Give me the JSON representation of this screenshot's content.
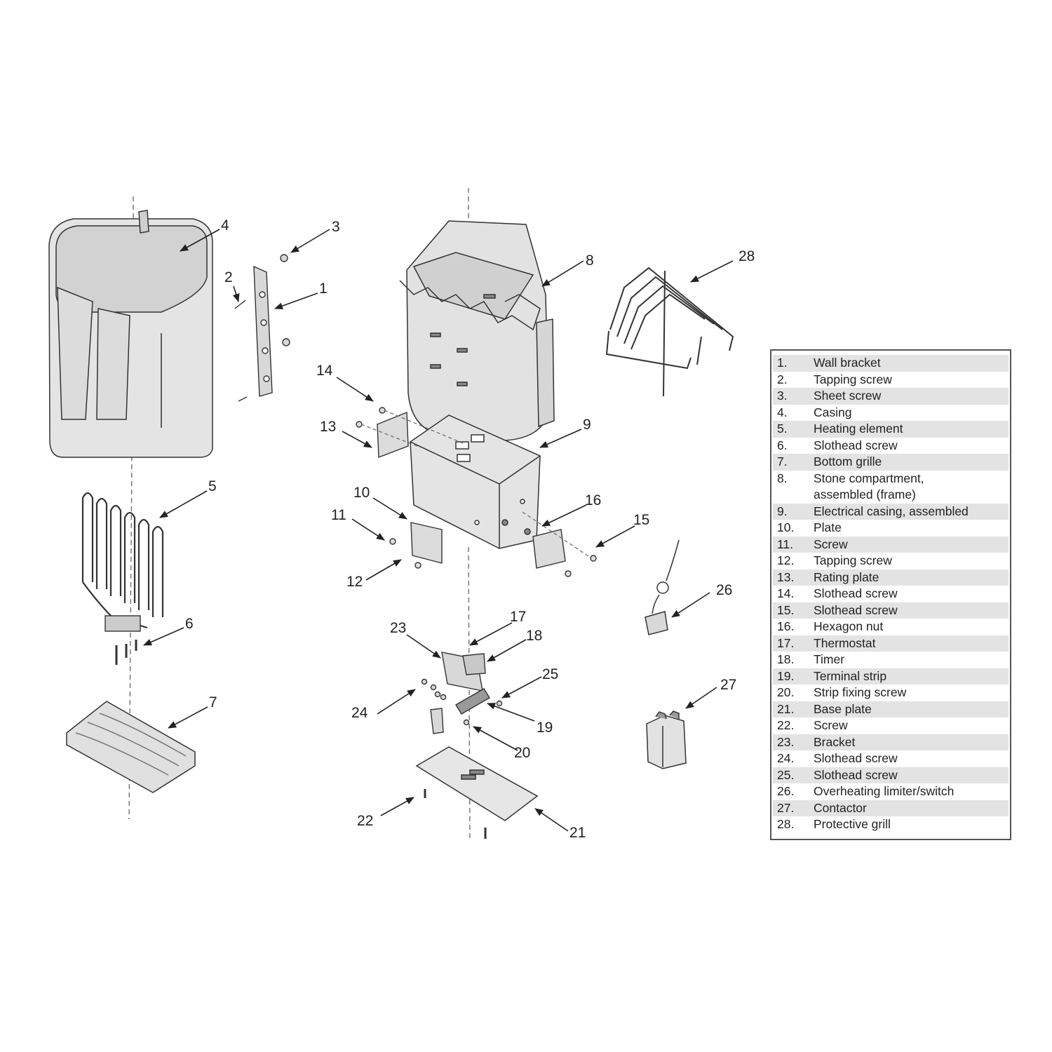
{
  "callouts": [
    "1",
    "2",
    "3",
    "4",
    "5",
    "6",
    "7",
    "8",
    "9",
    "10",
    "11",
    "12",
    "13",
    "14",
    "15",
    "16",
    "17",
    "18",
    "19",
    "20",
    "21",
    "22",
    "23",
    "24",
    "25",
    "26",
    "27",
    "28"
  ],
  "legend": [
    {
      "num": "1.",
      "label": "Wall bracket"
    },
    {
      "num": "2.",
      "label": "Tapping screw"
    },
    {
      "num": "3.",
      "label": "Sheet screw"
    },
    {
      "num": "4.",
      "label": "Casing"
    },
    {
      "num": "5.",
      "label": "Heating element"
    },
    {
      "num": "6.",
      "label": "Slothead screw"
    },
    {
      "num": "7.",
      "label": "Bottom grille"
    },
    {
      "num": "8.",
      "label": "Stone compartment,",
      "label2": "assembled (frame)"
    },
    {
      "num": "9.",
      "label": "Electrical casing, assembled"
    },
    {
      "num": "10.",
      "label": "Plate"
    },
    {
      "num": "11.",
      "label": "Screw"
    },
    {
      "num": "12.",
      "label": "Tapping screw"
    },
    {
      "num": "13.",
      "label": "Rating plate"
    },
    {
      "num": "14.",
      "label": "Slothead screw"
    },
    {
      "num": "15.",
      "label": "Slothead screw"
    },
    {
      "num": "16.",
      "label": "Hexagon nut"
    },
    {
      "num": "17.",
      "label": "Thermostat"
    },
    {
      "num": "18.",
      "label": "Timer"
    },
    {
      "num": "19.",
      "label": "Terminal strip"
    },
    {
      "num": "20.",
      "label": "Strip fixing screw"
    },
    {
      "num": "21.",
      "label": "Base plate"
    },
    {
      "num": "22.",
      "label": "Screw"
    },
    {
      "num": "23.",
      "label": "Bracket"
    },
    {
      "num": "24.",
      "label": "Slothead screw"
    },
    {
      "num": "25.",
      "label": "Slothead screw"
    },
    {
      "num": "26.",
      "label": "Overheating limiter/switch"
    },
    {
      "num": "27.",
      "label": "Contactor"
    },
    {
      "num": "28.",
      "label": "Protective grill"
    }
  ]
}
